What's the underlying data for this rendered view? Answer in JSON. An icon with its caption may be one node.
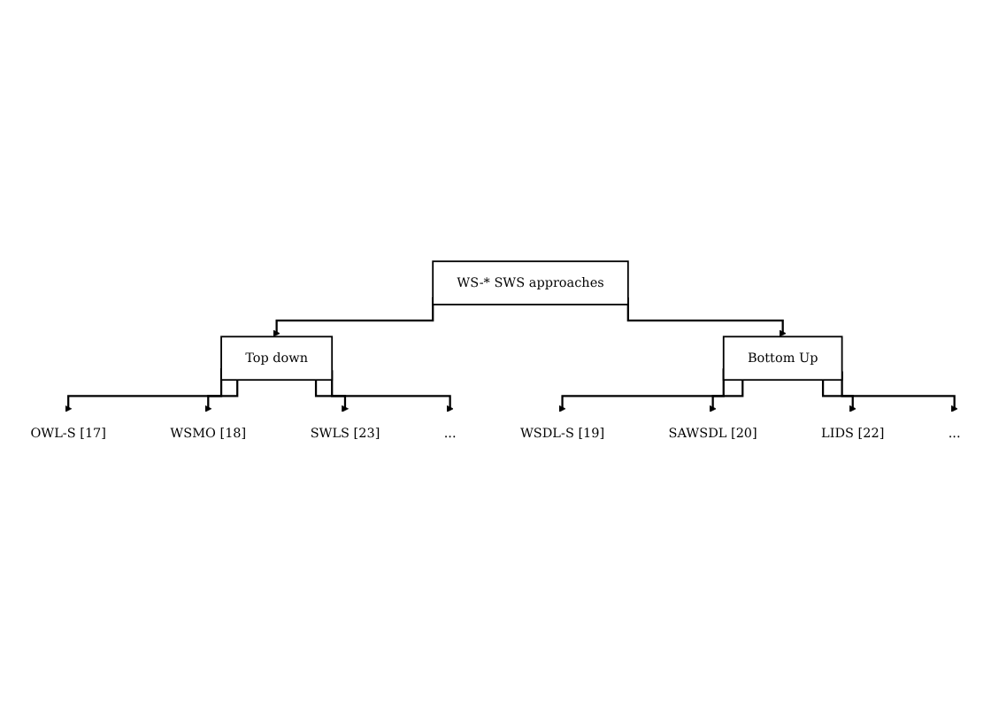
{
  "diagram": {
    "nodes": [
      {
        "text": [
          "WS-* SWS approaches"
        ]
      },
      {
        "text": [
          "Top down"
        ]
      },
      {
        "text": [
          "Bottom Up"
        ]
      },
      {
        "text": [
          "OWL-S [17]"
        ]
      },
      {
        "text": [
          "WSMO [18]"
        ]
      },
      {
        "text": [
          "SWLS [23]"
        ]
      },
      {
        "text": [
          "..."
        ]
      },
      {
        "text": [
          "WSDL-S [19]"
        ]
      },
      {
        "text": [
          "SAWSDL [20]"
        ]
      },
      {
        "text": [
          "LIDS [22]"
        ]
      },
      {
        "text": [
          "..."
        ]
      }
    ],
    "edges": [
      {
        "from": 0,
        "to": 1,
        "arrow": "to"
      },
      {
        "from": 0,
        "to": 2,
        "arrow": "to"
      },
      {
        "from": 1,
        "to": 3,
        "arrow": "to"
      },
      {
        "from": 1,
        "to": 4,
        "arrow": "to"
      },
      {
        "from": 1,
        "to": 5,
        "arrow": "to"
      },
      {
        "from": 1,
        "to": 6,
        "arrow": "to"
      },
      {
        "from": 2,
        "to": 7,
        "arrow": "to"
      },
      {
        "from": 2,
        "to": 8,
        "arrow": "to"
      },
      {
        "from": 2,
        "to": 9,
        "arrow": "to"
      },
      {
        "from": 2,
        "to": 10,
        "arrow": "to"
      }
    ]
  }
}
